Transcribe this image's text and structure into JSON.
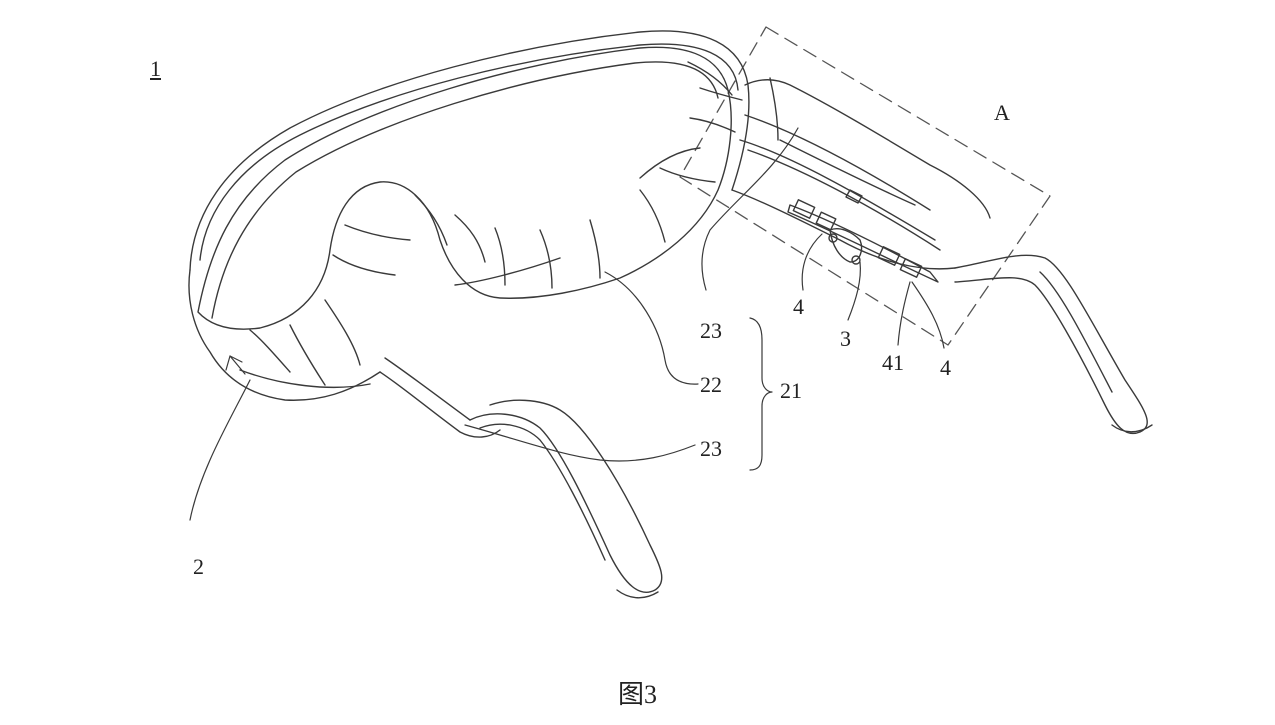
{
  "figure": {
    "caption": "图3",
    "labels": {
      "device": "1",
      "region_a": "A",
      "part_2": "2",
      "part_3": "3",
      "part_4_left": "4",
      "part_4_right": "4",
      "part_41": "41",
      "part_21": "21",
      "part_22": "22",
      "part_23_top": "23",
      "part_23_bottom": "23"
    },
    "colors": {
      "line": "#3a3a3a",
      "dash": "#555555"
    }
  }
}
